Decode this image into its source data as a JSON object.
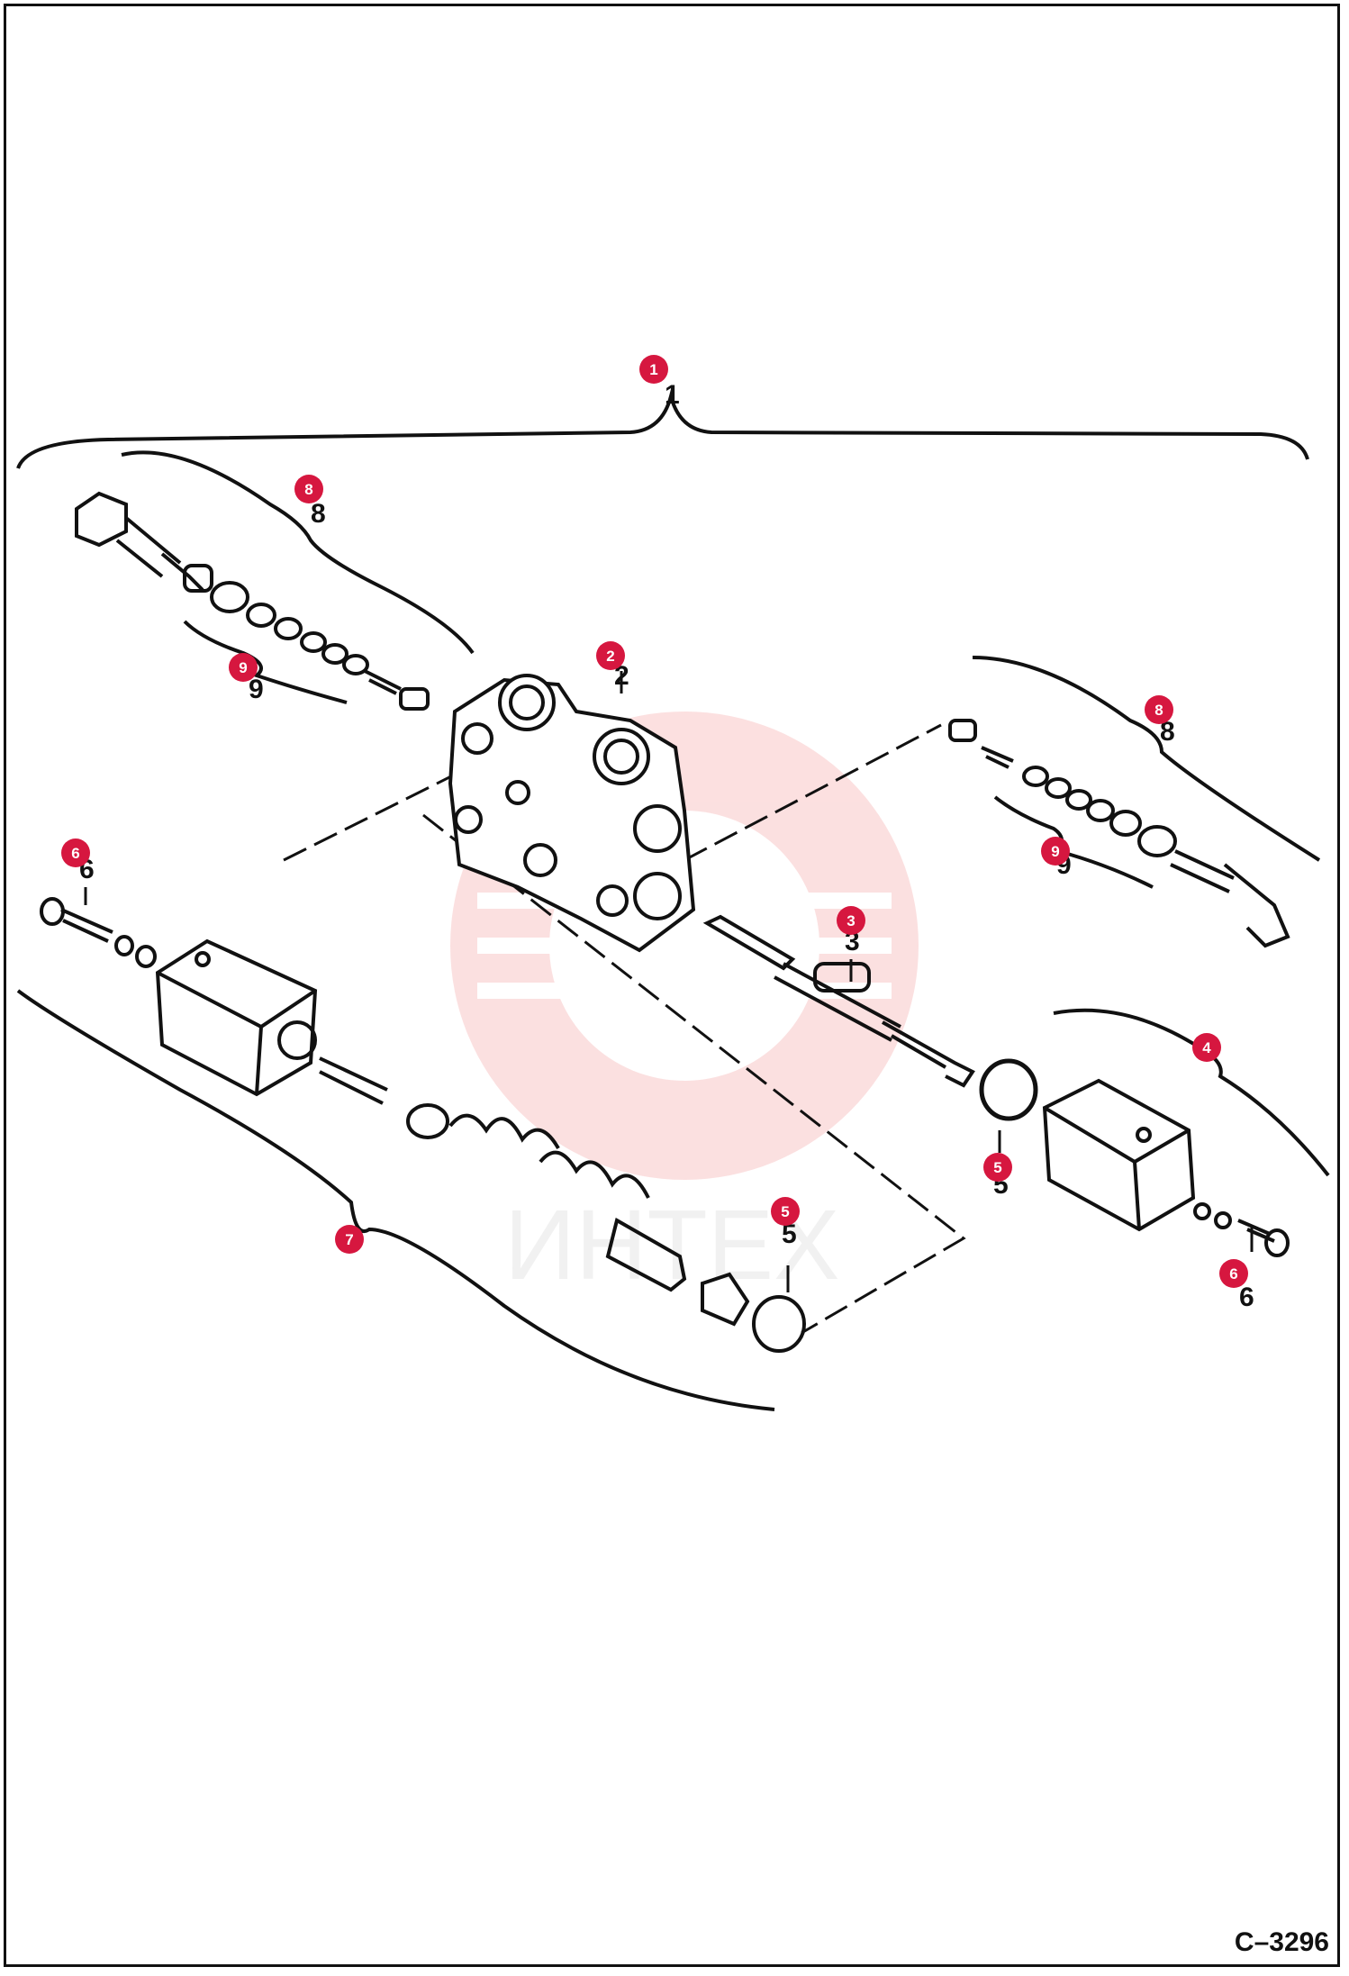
{
  "figure_code": "C–3296",
  "watermark_text": "ИНТЕХ",
  "colors": {
    "callout": "#d6173f",
    "line": "#111111",
    "watermark": "#f6c7c7"
  },
  "callouts": [
    {
      "id": "1",
      "label": "1"
    },
    {
      "id": "2",
      "label": "2"
    },
    {
      "id": "3",
      "label": "3"
    },
    {
      "id": "4",
      "label": "4"
    },
    {
      "id": "5a",
      "label": "5"
    },
    {
      "id": "5b",
      "label": "5"
    },
    {
      "id": "6a",
      "label": "6"
    },
    {
      "id": "6b",
      "label": "6"
    },
    {
      "id": "7",
      "label": "7"
    },
    {
      "id": "8a",
      "label": "8"
    },
    {
      "id": "8b",
      "label": "8"
    },
    {
      "id": "9a",
      "label": "9"
    },
    {
      "id": "9b",
      "label": "9"
    }
  ],
  "part_numbers": [
    "1",
    "2",
    "3",
    "8",
    "9",
    "5",
    "5",
    "6",
    "6",
    "8",
    "9"
  ]
}
